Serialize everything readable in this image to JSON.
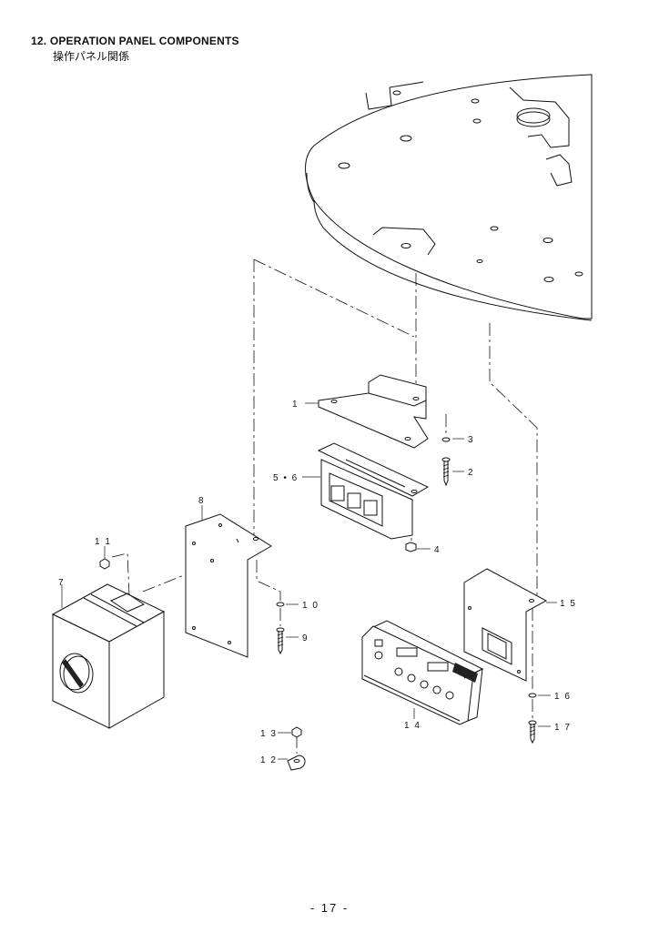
{
  "header": {
    "title": "12. OPERATION PANEL COMPONENTS",
    "subtitle": "操作パネル関係"
  },
  "callouts": [
    {
      "id": "c1",
      "label": "1"
    },
    {
      "id": "c2",
      "label": "2"
    },
    {
      "id": "c3",
      "label": "3"
    },
    {
      "id": "c4",
      "label": "4"
    },
    {
      "id": "c56",
      "label": "5 • 6"
    },
    {
      "id": "c7",
      "label": "7"
    },
    {
      "id": "c8",
      "label": "8"
    },
    {
      "id": "c9",
      "label": "9"
    },
    {
      "id": "c10",
      "label": "1 0"
    },
    {
      "id": "c11",
      "label": "1 1"
    },
    {
      "id": "c12",
      "label": "1 2"
    },
    {
      "id": "c13",
      "label": "1 3"
    },
    {
      "id": "c14",
      "label": "1 4"
    },
    {
      "id": "c15",
      "label": "1 5"
    },
    {
      "id": "c16",
      "label": "1 6"
    },
    {
      "id": "c17",
      "label": "1 7"
    }
  ],
  "footer": {
    "page_number": "- 17 -"
  }
}
